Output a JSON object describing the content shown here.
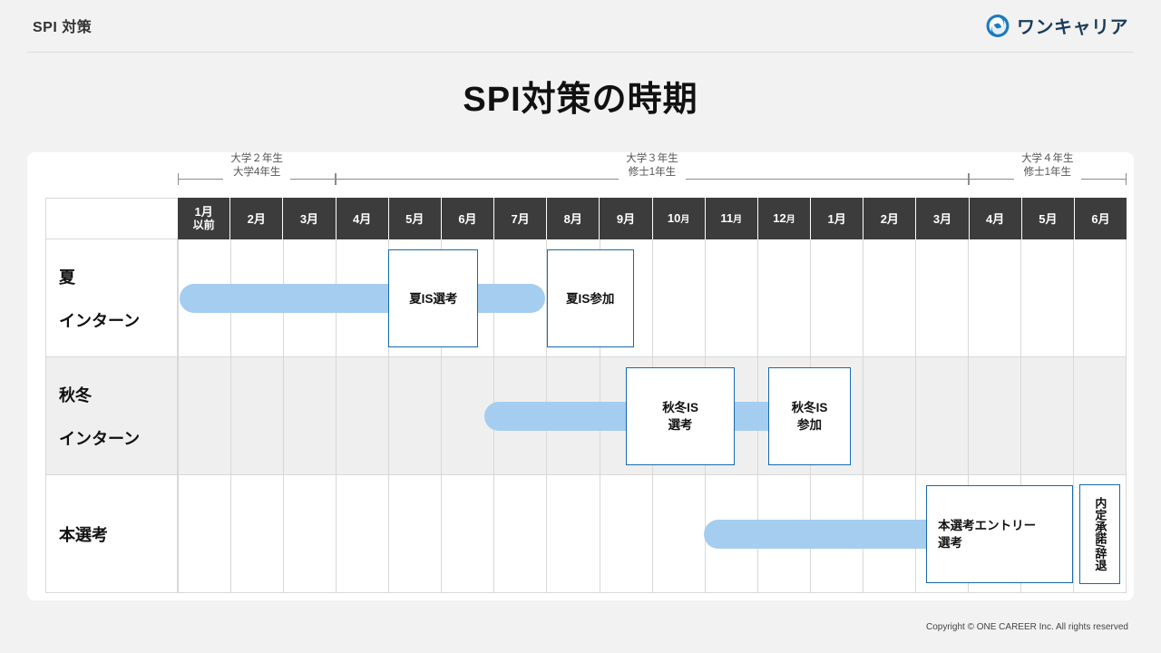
{
  "topbar": {
    "title": "SPI 対策",
    "brand_name": "ワンキャリア",
    "brand_icon": "one-career-swirl-icon",
    "brand_color": "#1b7bbf"
  },
  "page_title": "SPI対策の時期",
  "chart_data": {
    "type": "table",
    "title": "SPI対策の時期",
    "legend_position": "none",
    "grid": true,
    "phase_brackets": [
      {
        "label_line1": "大学２年生",
        "label_line2": "大学4年生",
        "start_month_index": 0,
        "end_month_index": 2
      },
      {
        "label_line1": "大学３年生",
        "label_line2": "修士1年生",
        "start_month_index": 3,
        "end_month_index": 14
      },
      {
        "label_line1": "大学４年生",
        "label_line2": "修士1年生",
        "start_month_index": 15,
        "end_month_index": 17
      }
    ],
    "columns": [
      {
        "label": "1月",
        "sub": "以前"
      },
      {
        "label": "2月",
        "sub": ""
      },
      {
        "label": "3月",
        "sub": ""
      },
      {
        "label": "4月",
        "sub": ""
      },
      {
        "label": "5月",
        "sub": ""
      },
      {
        "label": "6月",
        "sub": ""
      },
      {
        "label": "7月",
        "sub": ""
      },
      {
        "label": "8月",
        "sub": ""
      },
      {
        "label": "9月",
        "sub": ""
      },
      {
        "label": "10月",
        "sub": ""
      },
      {
        "label": "11月",
        "sub": ""
      },
      {
        "label": "12月",
        "sub": ""
      },
      {
        "label": "1月",
        "sub": ""
      },
      {
        "label": "2月",
        "sub": ""
      },
      {
        "label": "3月",
        "sub": ""
      },
      {
        "label": "4月",
        "sub": ""
      },
      {
        "label": "5月",
        "sub": ""
      },
      {
        "label": "6月",
        "sub": ""
      }
    ],
    "rows": [
      {
        "label_line1": "夏",
        "label_line2": "インターン",
        "shaded": false,
        "bars": [
          {
            "start_month_index": 0,
            "end_month_index": 6,
            "color": "#a5cdef"
          }
        ],
        "callouts": [
          {
            "text": "夏IS選考",
            "start_month_index": 4,
            "span_months": 1.7,
            "align": "center",
            "vertical": false
          },
          {
            "text": "夏IS参加",
            "start_month_index": 7,
            "span_months": 1.65,
            "align": "center",
            "vertical": false
          }
        ]
      },
      {
        "label_line1": "秋冬",
        "label_line2": "インターン",
        "shaded": true,
        "bars": [
          {
            "start_month_index": 5.78,
            "end_month_index": 11.0,
            "color": "#a5cdef"
          }
        ],
        "callouts": [
          {
            "text": "秋冬IS\n選考",
            "start_month_index": 8.5,
            "span_months": 2.07,
            "align": "center",
            "vertical": false
          },
          {
            "text": "秋冬IS\n参加",
            "start_month_index": 11.2,
            "span_months": 1.57,
            "align": "center",
            "vertical": false
          }
        ]
      },
      {
        "label_line1": "本選考",
        "label_line2": "",
        "shaded": false,
        "bars": [
          {
            "start_month_index": 9.95,
            "end_month_index": 14.2,
            "color": "#a5cdef"
          }
        ],
        "callouts": [
          {
            "text": "本選考エントリー\n選考",
            "start_month_index": 14.2,
            "span_months": 2.78,
            "align": "left",
            "vertical": false
          },
          {
            "text": "内定承諾/辞退",
            "start_month_index": 17.1,
            "span_months": 0.78,
            "align": "center",
            "vertical": true
          }
        ]
      }
    ]
  },
  "footer": {
    "copyright": "Copyright © ONE CAREER Inc. All rights reserved"
  }
}
